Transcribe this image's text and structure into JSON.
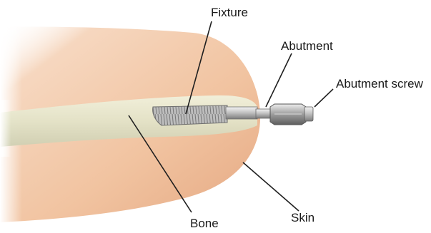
{
  "diagram": {
    "labels": {
      "fixture": "Fixture",
      "abutment": "Abutment",
      "abutment_screw": "Abutment screw",
      "bone": "Bone",
      "skin": "Skin"
    },
    "colors": {
      "skin": "#f3c9a8",
      "skin_shadow": "#e9ae86",
      "bone": "#e6e6cf",
      "bone_shadow": "#c9c9ad",
      "metal_light": "#f2f2f2",
      "metal_mid": "#b9b9b9",
      "metal_dark": "#7a7a7a"
    }
  }
}
